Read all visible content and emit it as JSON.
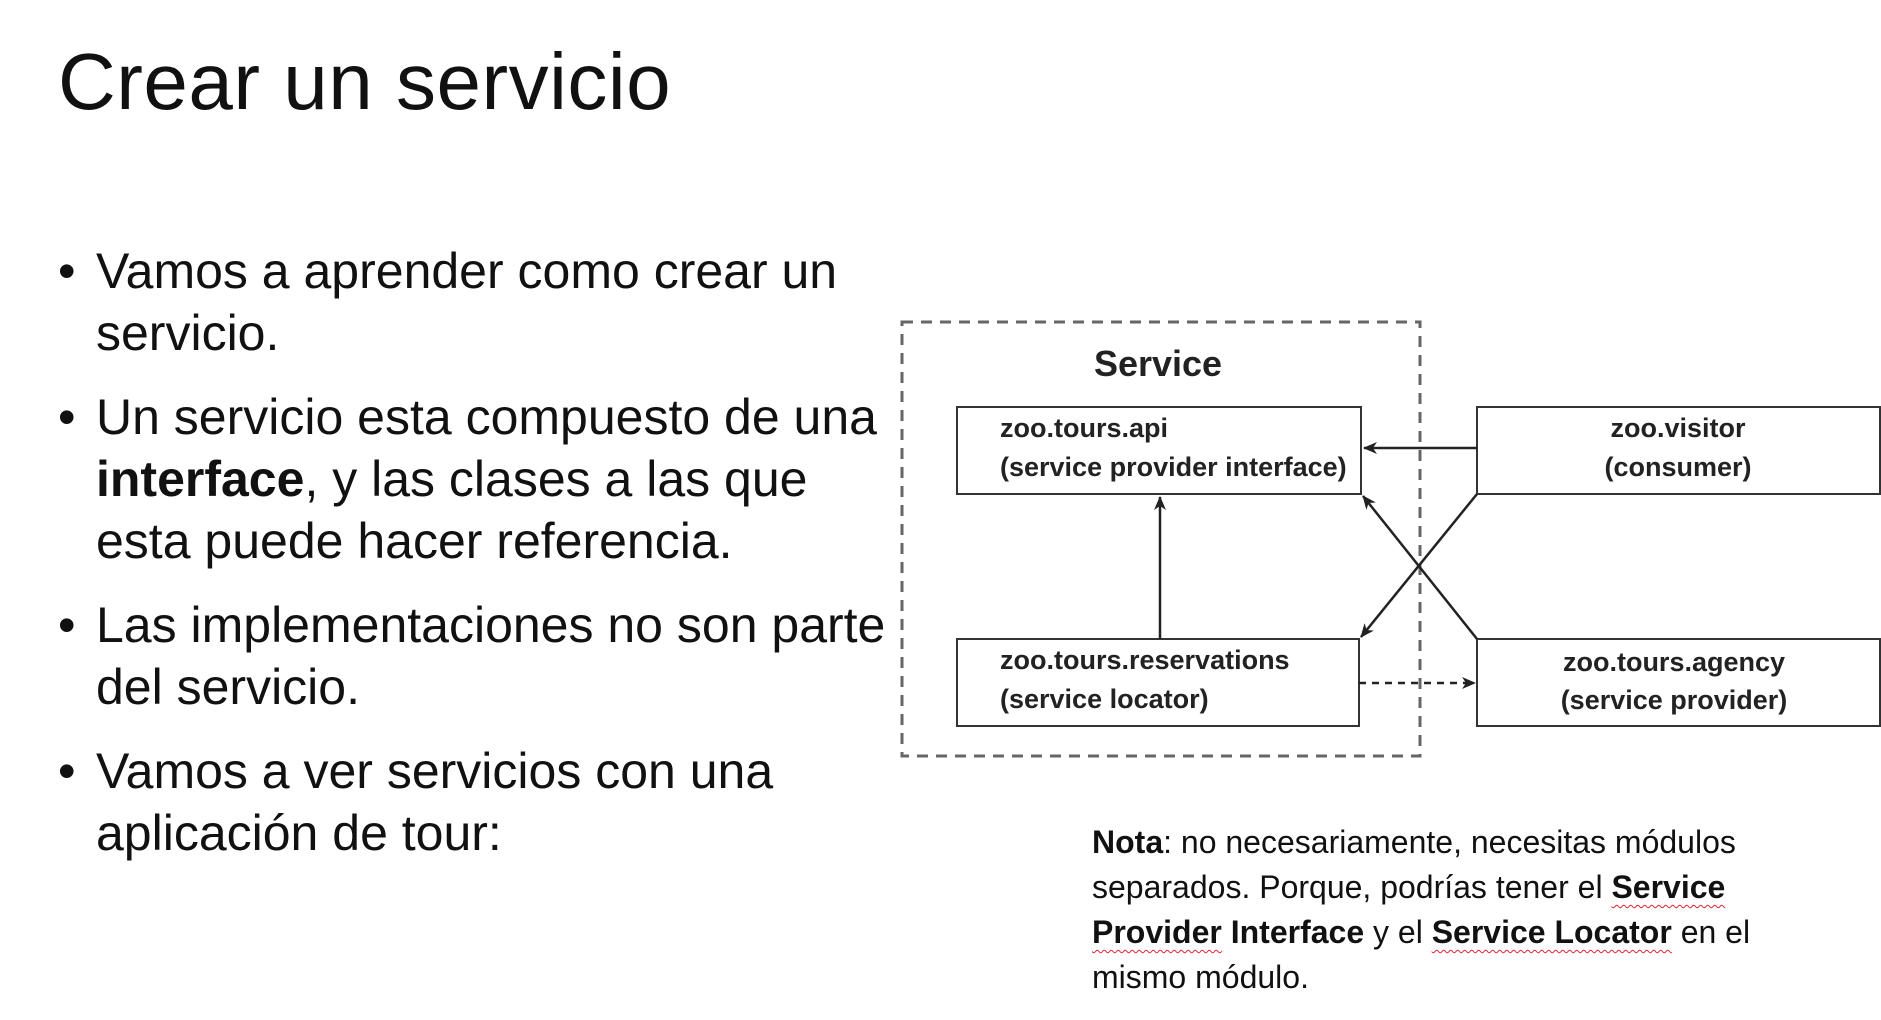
{
  "slide": {
    "title": "Crear un servicio",
    "bullets": [
      {
        "parts": [
          {
            "text": "Vamos a aprender como crear un servicio.",
            "bold": false
          }
        ]
      },
      {
        "parts": [
          {
            "text": "Un servicio esta compuesto de una ",
            "bold": false
          },
          {
            "text": "interface",
            "bold": true
          },
          {
            "text": ", y las clases a las que esta puede hacer referencia.",
            "bold": false
          }
        ]
      },
      {
        "parts": [
          {
            "text": "Las implementaciones no son parte del servicio.",
            "bold": false
          }
        ]
      },
      {
        "parts": [
          {
            "text": "Vamos a ver servicios con una aplicación de tour:",
            "bold": false
          }
        ]
      }
    ],
    "bullet_char": "•"
  },
  "diagram": {
    "group_label": "Service",
    "boxes": [
      {
        "id": "api",
        "line1": "zoo.tours.api",
        "line2": "(service provider interface)"
      },
      {
        "id": "visitor",
        "line1": "zoo.visitor",
        "line2": "(consumer)"
      },
      {
        "id": "reservations",
        "line1": "zoo.tours.reservations",
        "line2": "(service locator)"
      },
      {
        "id": "agency",
        "line1": "zoo.tours.agency",
        "line2": "(service provider)"
      }
    ]
  },
  "note": {
    "parts": [
      {
        "text": "Nota",
        "bold": true,
        "squiggle": false
      },
      {
        "text": ": no necesariamente, necesitas módulos separados. Porque, podrías tener el ",
        "bold": false,
        "squiggle": false
      },
      {
        "text": "Service Provider",
        "bold": true,
        "squiggle": true
      },
      {
        "text": " ",
        "bold": true,
        "squiggle": false
      },
      {
        "text": "Interface",
        "bold": true,
        "squiggle": false
      },
      {
        "text": " y el ",
        "bold": false,
        "squiggle": false
      },
      {
        "text": "Service Locator",
        "bold": true,
        "squiggle": true
      },
      {
        "text": " en el mismo módulo.",
        "bold": false,
        "squiggle": false
      }
    ]
  },
  "colors": {
    "text": "#111111",
    "line": "#222222",
    "dashed_border": "#666666",
    "squiggle": "#dd2233"
  }
}
